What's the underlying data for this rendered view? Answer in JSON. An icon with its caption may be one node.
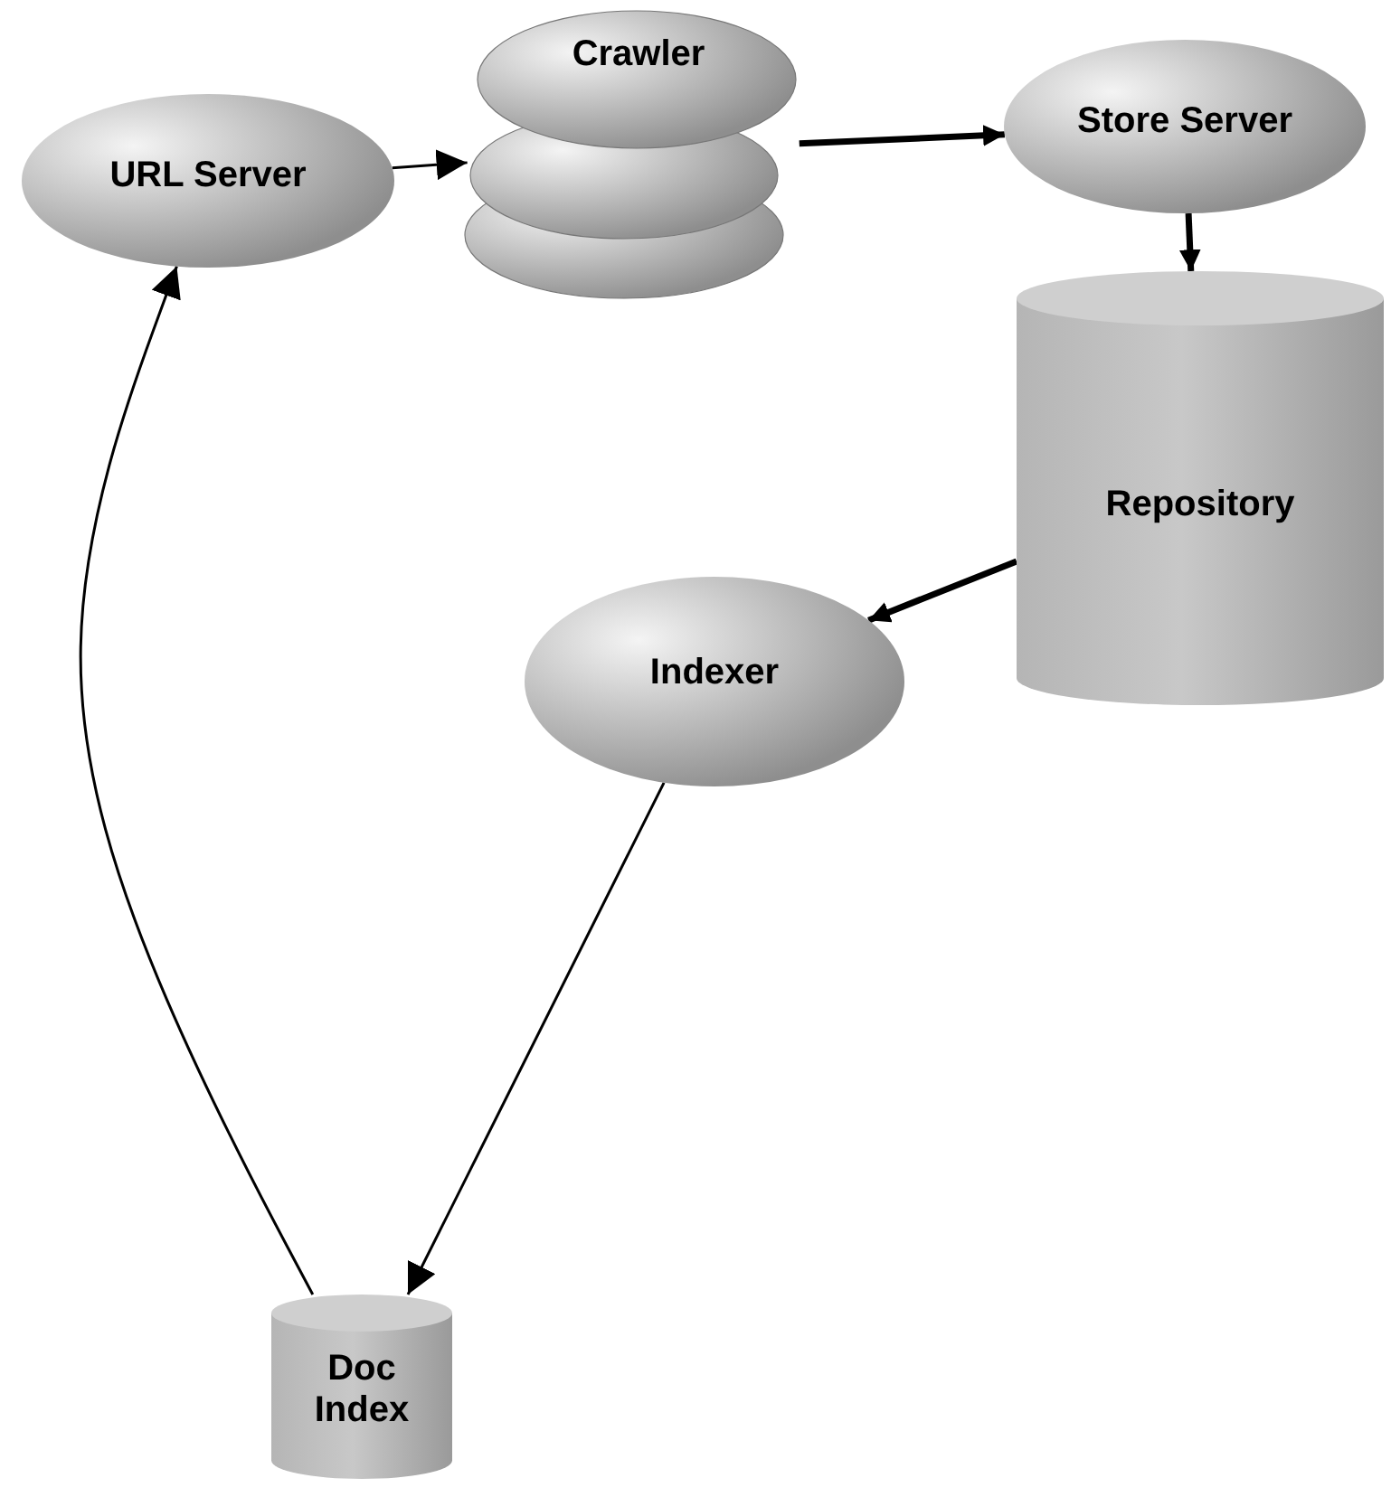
{
  "diagram": {
    "nodes": [
      {
        "text": [
          "URL Server"
        ]
      },
      {
        "text": [
          "Crawler"
        ]
      },
      {
        "text": [
          "Store Server"
        ]
      },
      {
        "text": [
          "Repository"
        ]
      },
      {
        "text": [
          "Indexer"
        ]
      },
      {
        "text": [
          "Doc Index"
        ]
      }
    ],
    "edges": [
      {
        "from": 0,
        "to": 1,
        "arrow": "to"
      },
      {
        "from": 1,
        "to": 2,
        "arrow": "to",
        "style": "thick"
      },
      {
        "from": 2,
        "to": 3,
        "arrow": "to",
        "style": "thick"
      },
      {
        "from": 3,
        "to": 4,
        "arrow": "to",
        "style": "thick"
      },
      {
        "from": 4,
        "to": 5,
        "arrow": "to"
      },
      {
        "from": 5,
        "to": 0,
        "arrow": "to"
      }
    ]
  }
}
